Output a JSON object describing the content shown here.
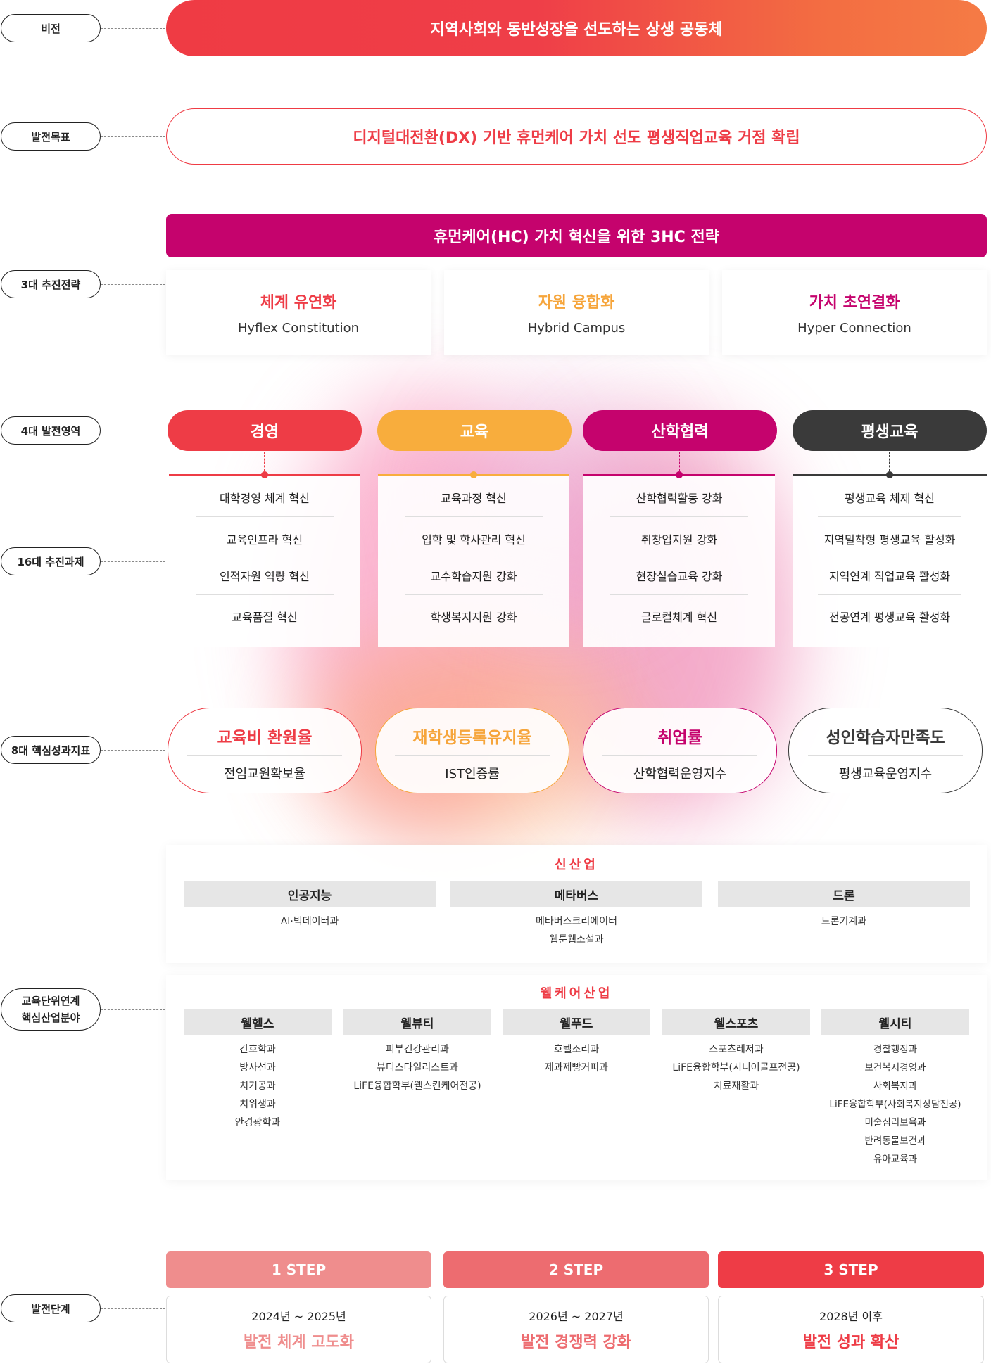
{
  "labels": {
    "vision": "비전",
    "goal": "발전목표",
    "strategy": "3대 추진전략",
    "domains": "4대 발전영역",
    "tasks": "16대 추진과제",
    "kpi": "8대 핵심성과지표",
    "industry_line1": "교육단위연계",
    "industry_line2": "핵심산업분야",
    "stages": "발전단계"
  },
  "vision": "지역사회와 동반성장을 선도하는 상생 공동체",
  "goal": "디지털대전환(DX) 기반  휴먼케어 가치 선도 평생직업교육 거점 확립",
  "strategy": {
    "header": "휴먼케어(HC) 가치 혁신을 위한 3HC 전략",
    "items": [
      {
        "title": "체계 유연화",
        "subtitle": "Hyflex Constitution",
        "color": "#ee3c46"
      },
      {
        "title": "자원 융합화",
        "subtitle": "Hybrid Campus",
        "color": "#f6a53b"
      },
      {
        "title": "가치 초연결화",
        "subtitle": "Hyper Connection",
        "color": "#c5036d"
      }
    ]
  },
  "domains": [
    {
      "name": "경영",
      "color": "#ee3c46",
      "tasks": [
        "대학경영 체계 혁신",
        "교육인프라 혁신",
        "인적자원 역량 혁신",
        "교육품질 혁신"
      ]
    },
    {
      "name": "교육",
      "color": "#f8ad3d",
      "tasks": [
        "교육과정 혁신",
        "입학 및 학사관리 혁신",
        "교수학습지원 강화",
        "학생복지지원 강화"
      ]
    },
    {
      "name": "산학협력",
      "color": "#c5036d",
      "tasks": [
        "산학협력활동 강화",
        "취창업지원 강화",
        "현장실습교육 강화",
        "글로컬체계 혁신"
      ]
    },
    {
      "name": "평생교육",
      "color": "#3a3a3a",
      "tasks": [
        "평생교육 체제 혁신",
        "지역밀착형 평생교육 활성화",
        "지역연계 직업교육 활성화",
        "전공연계 평생교육 활성화"
      ]
    }
  ],
  "kpi": [
    {
      "main": "교육비 환원율",
      "sub": "전임교원확보율",
      "color": "#ee3c46"
    },
    {
      "main": "재학생등록유지율",
      "sub": "IST인증률",
      "color": "#f6a53b"
    },
    {
      "main": "취업률",
      "sub": "산학협력운영지수",
      "color": "#c5036d"
    },
    {
      "main": "성인학습자만족도",
      "sub": "평생교육운영지수",
      "color": "#3a3a3a"
    }
  ],
  "new_industry": {
    "title": "신산업",
    "items": [
      {
        "name": "인공지능",
        "majors": [
          "AI·빅데이터과"
        ]
      },
      {
        "name": "메타버스",
        "majors": [
          "메타버스크리에이터",
          "웹툰웹소설과"
        ]
      },
      {
        "name": "드론",
        "majors": [
          "드론기계과"
        ]
      }
    ]
  },
  "wellcare_industry": {
    "title": "웰케어산업",
    "items": [
      {
        "name": "웰헬스",
        "majors": [
          "간호학과",
          "방사선과",
          "치기공과",
          "치위생과",
          "안경광학과"
        ]
      },
      {
        "name": "웰뷰티",
        "majors": [
          "피부건강관리과",
          "뷰티스타일리스트과",
          "LiFE융합학부(웰스킨케어전공)"
        ]
      },
      {
        "name": "웰푸드",
        "majors": [
          "호텔조리과",
          "제과제빵커피과"
        ]
      },
      {
        "name": "웰스포츠",
        "majors": [
          "스포츠레저과",
          "LiFE융합학부(시니어골프전공)",
          "치료재활과"
        ]
      },
      {
        "name": "웰시티",
        "majors": [
          "경찰행정과",
          "보건복지경영과",
          "사회복지과",
          "LiFE융합학부(사회복지상담전공)",
          "미술심리보육과",
          "반려동물보건과",
          "유아교육과"
        ]
      }
    ]
  },
  "steps": [
    {
      "label": "1 STEP",
      "years": "2024년 ~ 2025년",
      "goal": "발전 체계 고도화",
      "bg": "#ef8d8d",
      "fg": "#ef8d8d"
    },
    {
      "label": "2 STEP",
      "years": "2026년 ~ 2027년",
      "goal": "발전 경쟁력 강화",
      "bg": "#ed6c70",
      "fg": "#ed6c70"
    },
    {
      "label": "3 STEP",
      "years": "2028년 이후",
      "goal": "발전 성과 확산",
      "bg": "#ee3c46",
      "fg": "#ee3c46"
    }
  ]
}
